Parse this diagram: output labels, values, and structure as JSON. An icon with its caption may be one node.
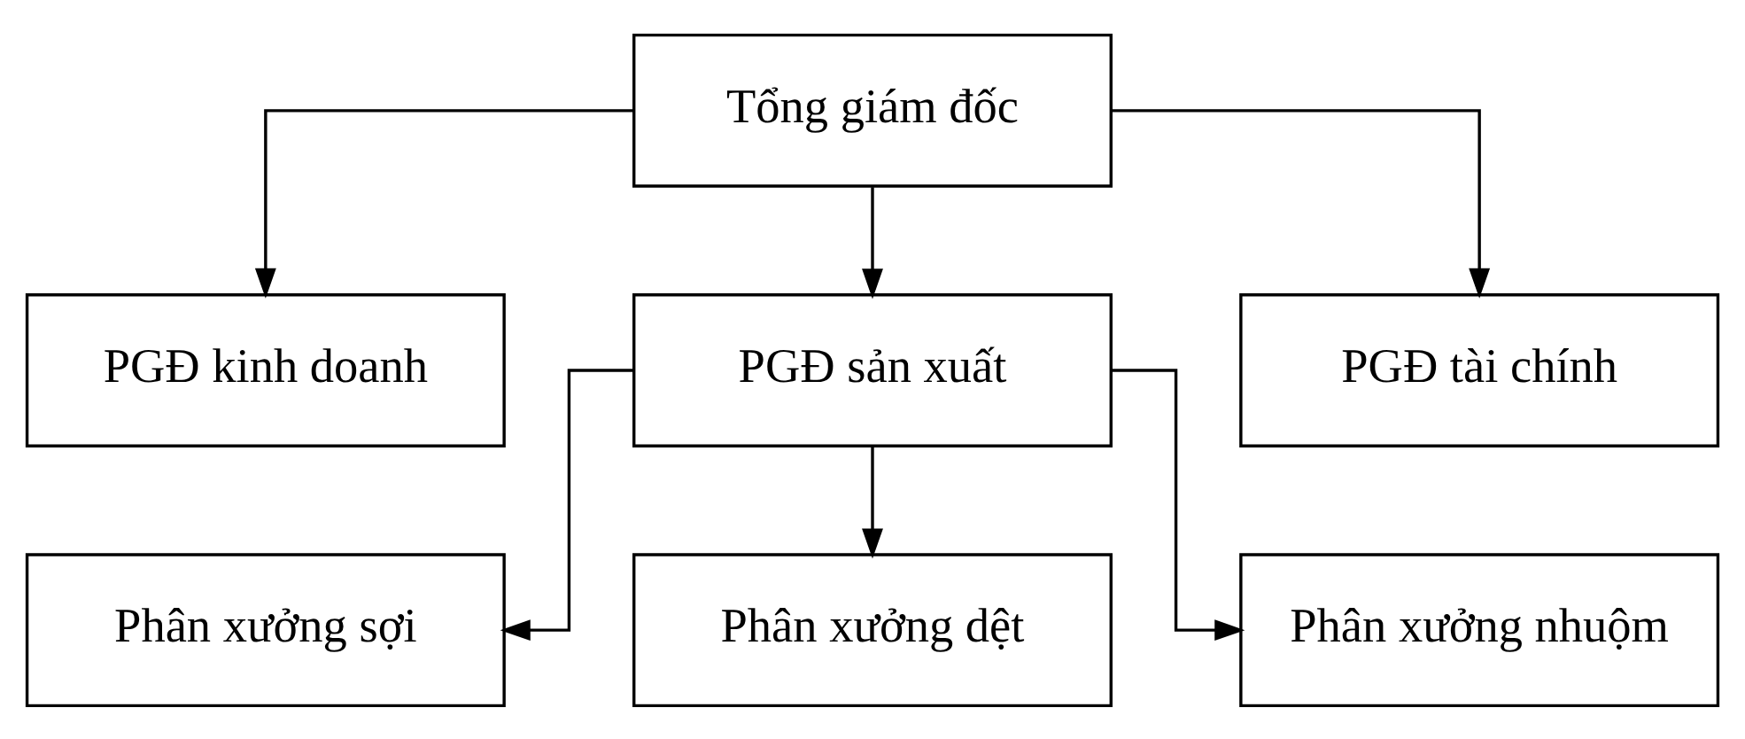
{
  "diagram": {
    "nodes": [
      {
        "text": [
          "Tổng giám đốc"
        ]
      },
      {
        "text": [
          "PGĐ kinh doanh"
        ]
      },
      {
        "text": [
          "PGĐ sản xuất"
        ]
      },
      {
        "text": [
          "PGĐ tài chính"
        ]
      },
      {
        "text": [
          "Phân xưởng sợi"
        ]
      },
      {
        "text": [
          "Phân xưởng dệt"
        ]
      },
      {
        "text": [
          "Phân xưởng nhuộm"
        ]
      }
    ],
    "edges": [
      {
        "from": 0,
        "to": 1,
        "arrow": "to"
      },
      {
        "from": 0,
        "to": 2,
        "arrow": "to"
      },
      {
        "from": 0,
        "to": 3,
        "arrow": "to"
      },
      {
        "from": 2,
        "to": 4,
        "arrow": "to"
      },
      {
        "from": 2,
        "to": 5,
        "arrow": "to"
      },
      {
        "from": 2,
        "to": 6,
        "arrow": "to"
      }
    ]
  }
}
